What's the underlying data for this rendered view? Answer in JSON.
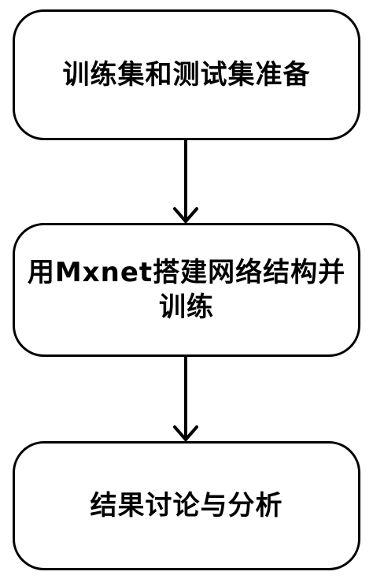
{
  "flowchart": {
    "steps": [
      {
        "label": "训练集和测试集准备"
      },
      {
        "label": "用Mxnet搭建网络结构并\n训练"
      },
      {
        "label": "结果讨论与分析"
      }
    ]
  }
}
